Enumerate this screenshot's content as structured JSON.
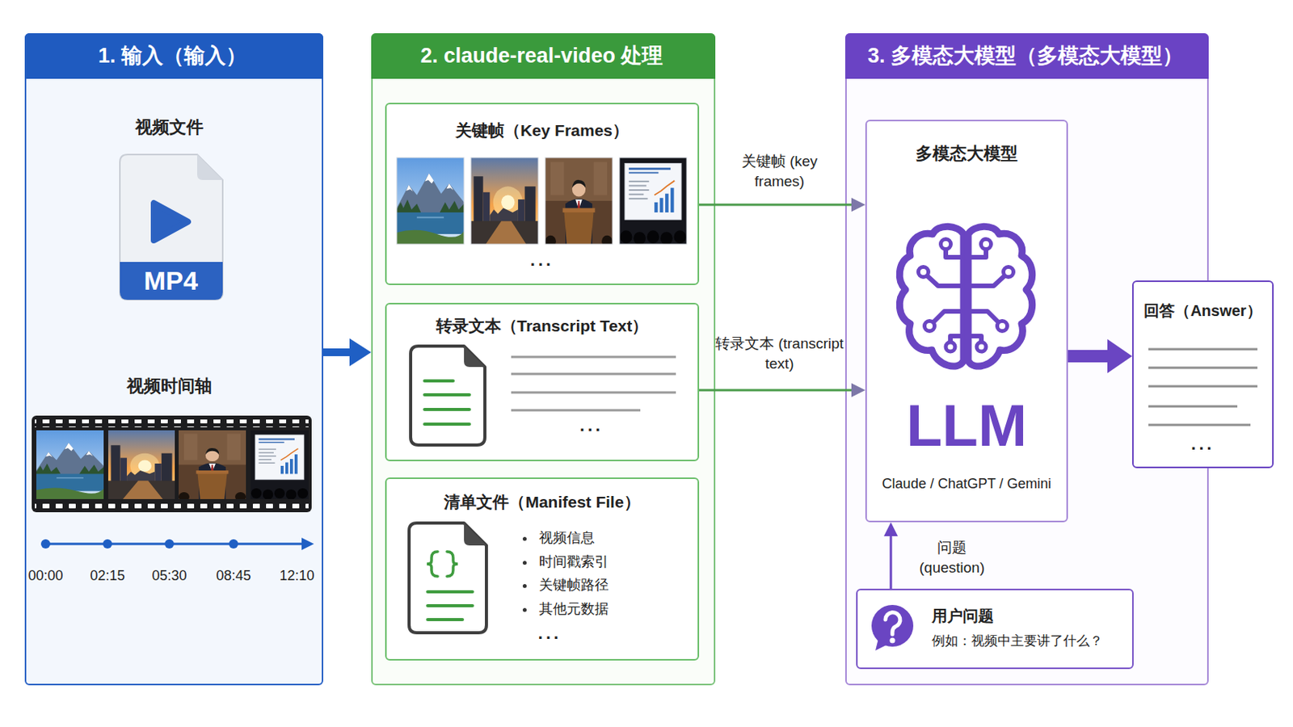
{
  "diagram": {
    "nodes": [
      {
        "text": [
          "1. 输入（输入）"
        ]
      },
      {
        "text": [
          "2. claude-real-video 处理"
        ]
      },
      {
        "text": [
          "关键帧（Key Frames）",
          "..."
        ],
        "in": 1
      },
      {
        "text": [
          "转录文本（Transcript Text）",
          "..."
        ],
        "in": 1
      },
      {
        "text": [
          "清单文件（Manifest File）",
          "视频信息",
          "时间戳索引",
          "关键帧路径",
          "其他元数据",
          "..."
        ],
        "in": 1
      },
      {
        "text": [
          "3. 多模态大模型（多模态大模型）"
        ]
      },
      {
        "text": [
          "多模态大模型",
          "LLM",
          "Claude / ChatGPT / Gemini"
        ],
        "in": 5
      },
      {
        "text": [
          "用户问题",
          "例如：视频中主要讲了什么？"
        ],
        "in": 5
      },
      {
        "text": [
          "回答（Answer）",
          "..."
        ]
      }
    ],
    "edges": [
      {
        "from": 0,
        "to": 1,
        "arrow": "to"
      },
      {
        "from": 2,
        "to": 6,
        "label": "关键帧 (key frames)",
        "arrow": "to"
      },
      {
        "from": 3,
        "to": 6,
        "label": "转录文本 (transcript text)",
        "arrow": "to"
      },
      {
        "from": 7,
        "to": 6,
        "label": "问题 (question)",
        "arrow": "to"
      },
      {
        "from": 6,
        "to": 8,
        "arrow": "to"
      }
    ],
    "labels": [
      "视频文件",
      "MP4",
      "视频时间轴",
      "00:00",
      "02:15",
      "05:30",
      "08:45",
      "12:10"
    ]
  }
}
